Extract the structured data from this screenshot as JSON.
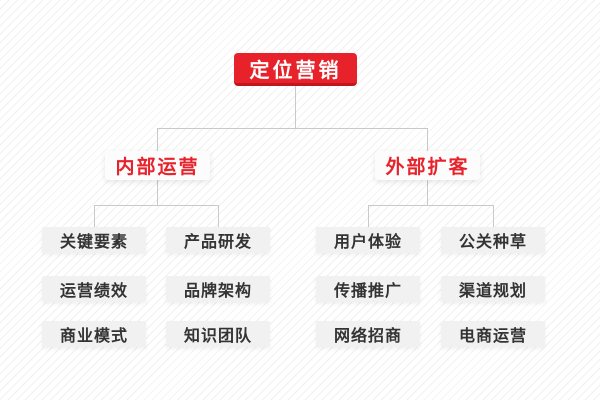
{
  "colors": {
    "accent_red": "#e7222b",
    "accent_red_dark": "#c2161e",
    "leaf_bg": "#f1f1f1",
    "leaf_text": "#333333",
    "branch_bg": "#fcfcfc",
    "connector": "#c9c9c9",
    "stripe": "#f0f0f0",
    "background": "#ffffff"
  },
  "tree": {
    "root": {
      "label": "定位营销"
    },
    "branches": [
      {
        "label": "内部运营",
        "children": [
          {
            "label": "关键要素"
          },
          {
            "label": "产品研发"
          },
          {
            "label": "运营绩效"
          },
          {
            "label": "品牌架构"
          },
          {
            "label": "商业模式"
          },
          {
            "label": "知识团队"
          }
        ]
      },
      {
        "label": "外部扩客",
        "children": [
          {
            "label": "用户体验"
          },
          {
            "label": "公关种草"
          },
          {
            "label": "传播推广"
          },
          {
            "label": "渠道规划"
          },
          {
            "label": "网络招商"
          },
          {
            "label": "电商运营"
          }
        ]
      }
    ]
  }
}
